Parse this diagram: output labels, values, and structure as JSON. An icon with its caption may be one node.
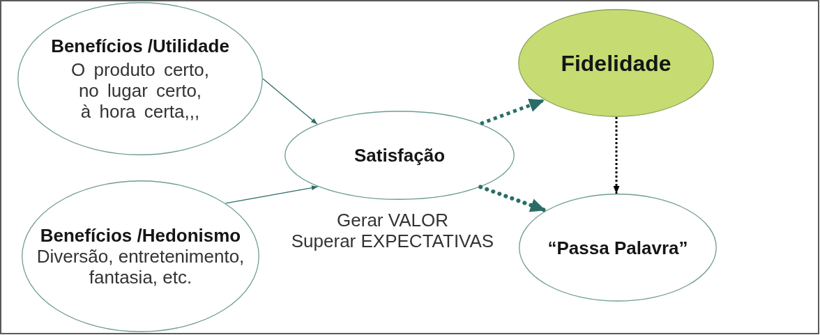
{
  "diagram": {
    "nodes": [
      {
        "text": [
          "Benefícios /Utilidade",
          "O produto certo, no lugar certo, à hora certa,,,"
        ]
      },
      {
        "text": [
          "Benefícios /Hedonismo",
          "Diversão, entretenimento, fantasia, etc."
        ]
      },
      {
        "text": [
          "Satisfação"
        ],
        "beside": [
          "Gerar VALOR",
          "Superar EXPECTATIVAS"
        ]
      },
      {
        "text": [
          "Fidelidade"
        ]
      },
      {
        "text": [
          "“Passa Palavra”"
        ]
      }
    ],
    "edges": [
      {
        "from": 0,
        "to": 2,
        "arrow": "to"
      },
      {
        "from": 1,
        "to": 2,
        "arrow": "to"
      },
      {
        "from": 2,
        "to": 3,
        "arrow": "to",
        "style": "dashed"
      },
      {
        "from": 2,
        "to": 4,
        "arrow": "to",
        "style": "dashed"
      },
      {
        "from": 3,
        "to": 4,
        "arrow": "to",
        "style": "dashed",
        "color": "#000000"
      }
    ]
  }
}
